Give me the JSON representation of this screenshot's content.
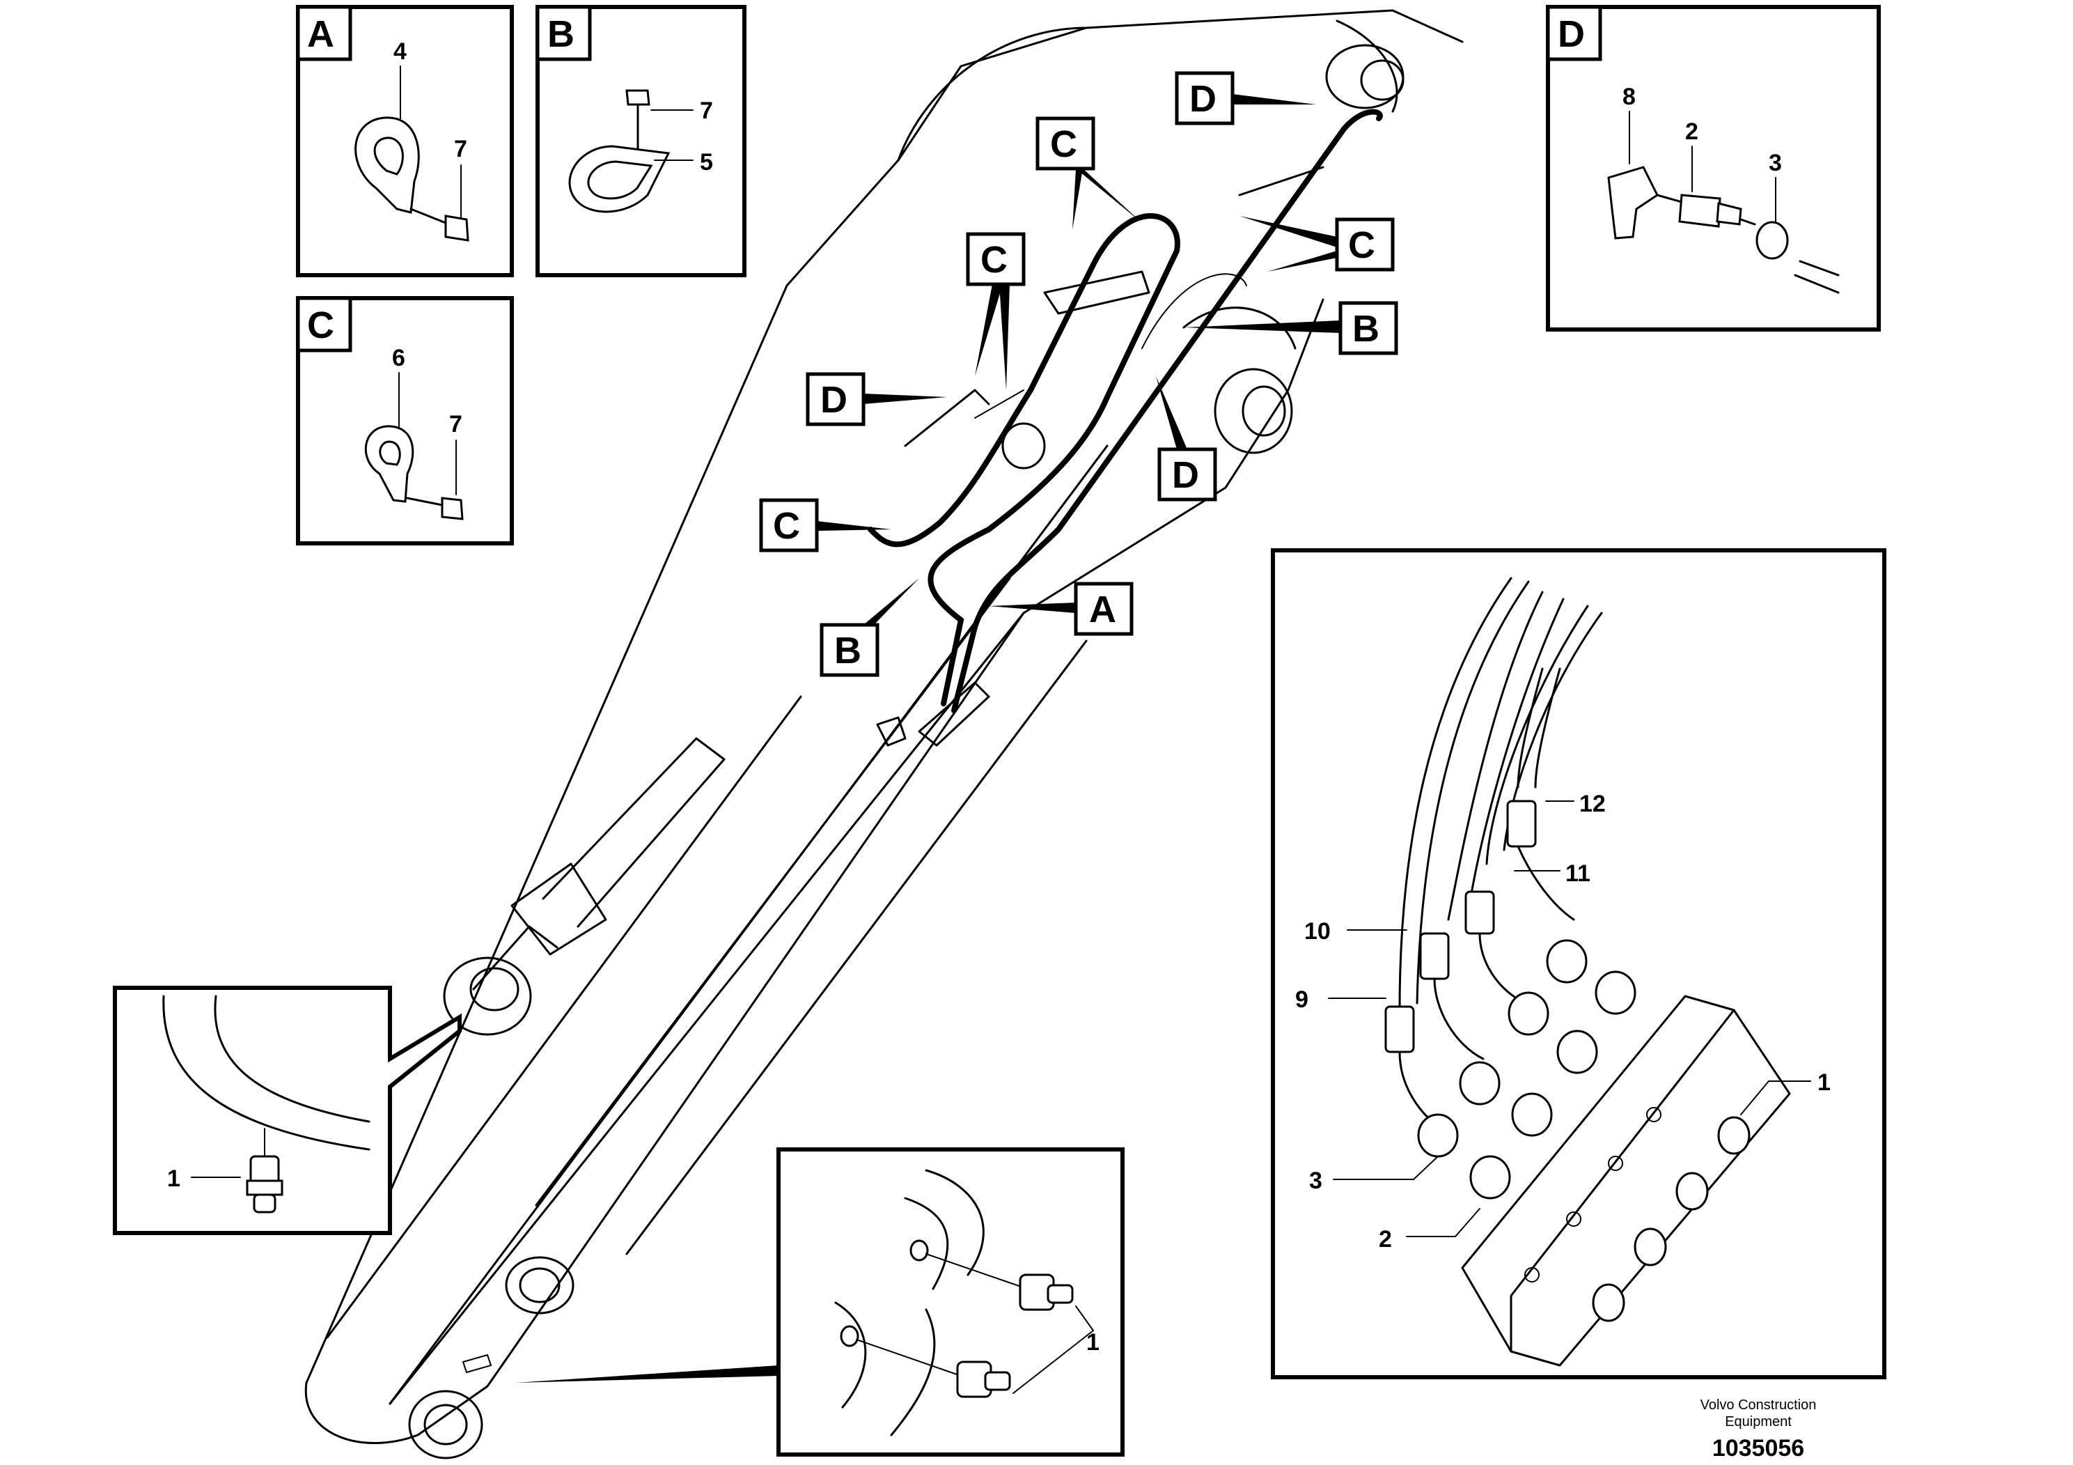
{
  "inset_A": {
    "letter": "A",
    "parts": [
      "4",
      "7"
    ]
  },
  "inset_B": {
    "letter": "B",
    "parts": [
      "7",
      "5"
    ]
  },
  "inset_C": {
    "letter": "C",
    "parts": [
      "6",
      "7"
    ]
  },
  "inset_D": {
    "letter": "D",
    "parts": [
      "8",
      "2",
      "3"
    ]
  },
  "callouts": [
    "D",
    "C",
    "C",
    "C",
    "B",
    "D",
    "D",
    "C",
    "B",
    "A"
  ],
  "detail_right": {
    "parts": [
      "12",
      "11",
      "10",
      "9",
      "3",
      "2",
      "1"
    ]
  },
  "detail_bottom_left": {
    "parts": [
      "1"
    ]
  },
  "detail_bottom_center": {
    "parts": [
      "1"
    ]
  },
  "footer": {
    "company_line1": "Volvo Construction",
    "company_line2": "Equipment",
    "drawing_number": "1035056"
  }
}
